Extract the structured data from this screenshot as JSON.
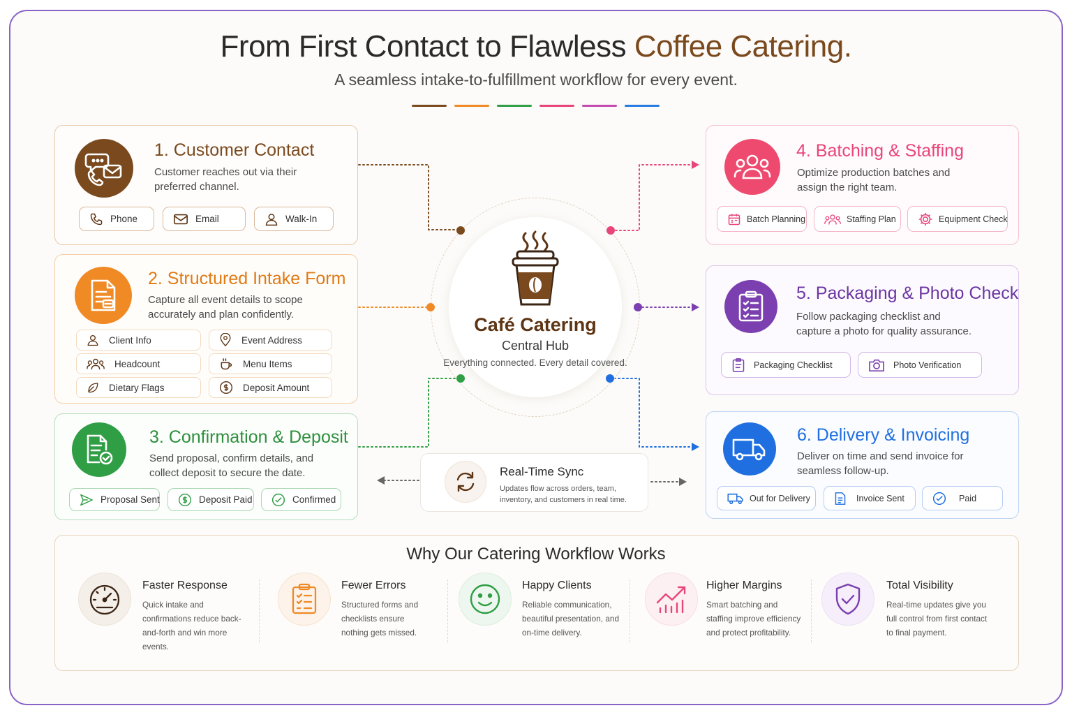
{
  "header": {
    "title_main": "From First Contact to Flawless ",
    "title_accent": "Coffee Catering.",
    "subtitle": "A seamless intake-to-fulfillment workflow for every event.",
    "dash_colors": [
      "#7a4a1e",
      "#f08a24",
      "#2f9e44",
      "#e8457a",
      "#c44bb0",
      "#2a7be0"
    ]
  },
  "colors": {
    "brown": "#7a4a1e",
    "orange": "#f08a24",
    "green": "#2f9e44",
    "pink": "#e8457a",
    "purple": "#7b3fb0",
    "blue": "#1f6fe0"
  },
  "steps": {
    "contact": {
      "title": "1. Customer Contact",
      "desc": "Customer reaches out via their preferred channel.",
      "options": [
        "Phone",
        "Email",
        "Walk-In"
      ]
    },
    "intake": {
      "title": "2. Structured Intake Form",
      "desc": "Capture all event details to scope accurately and plan confidently.",
      "fields": [
        "Client Info",
        "Event Address",
        "Headcount",
        "Menu Items",
        "Dietary Flags",
        "Deposit Amount"
      ]
    },
    "confirm": {
      "title": "3. Confirmation & Deposit",
      "desc": "Send proposal, confirm details, and collect deposit to secure the date.",
      "statuses": [
        "Proposal Sent",
        "Deposit Paid",
        "Confirmed"
      ]
    },
    "batching": {
      "title": "4. Batching & Staffing",
      "desc": "Optimize production batches and assign the right team.",
      "tools": [
        "Batch Planning",
        "Staffing Plan",
        "Equipment Check"
      ]
    },
    "packaging": {
      "title": "5. Packaging & Photo Check",
      "desc": "Follow packaging checklist and capture a photo for quality assurance.",
      "tools": [
        "Packaging Checklist",
        "Photo Verification"
      ]
    },
    "delivery": {
      "title": "6. Delivery & Invoicing",
      "desc": "Deliver on time and send invoice for seamless follow-up.",
      "statuses": [
        "Out for Delivery",
        "Invoice Sent",
        "Paid"
      ]
    }
  },
  "hub": {
    "title": "Café Catering",
    "subtitle": "Central Hub",
    "desc": "Everything connected. Every detail covered."
  },
  "sync": {
    "title": "Real-Time Sync",
    "desc": "Updates flow across orders, team, inventory, and customers in real time."
  },
  "why": {
    "title": "Why Our Catering Workflow Works",
    "items": [
      {
        "title": "Faster Response",
        "text": "Quick intake and confirmations reduce back-and-forth and win more events.",
        "icon": "gauge-icon"
      },
      {
        "title": "Fewer Errors",
        "text": "Structured forms and checklists ensure nothing gets missed.",
        "icon": "clipboard-list-icon"
      },
      {
        "title": "Happy Clients",
        "text": "Reliable communication, beautiful presentation, and on-time delivery.",
        "icon": "smiley-icon"
      },
      {
        "title": "Higher Margins",
        "text": "Smart batching and staffing improve efficiency and protect profitability.",
        "icon": "trending-up-icon"
      },
      {
        "title": "Total Visibility",
        "text": "Real-time updates give you full control from first contact to final payment.",
        "icon": "shield-check-icon"
      }
    ]
  }
}
